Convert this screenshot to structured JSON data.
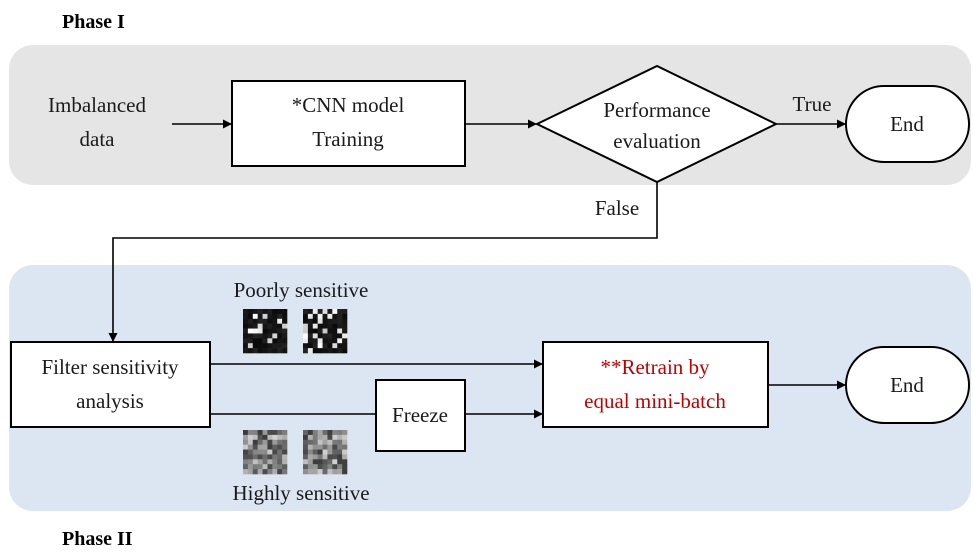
{
  "phase1": {
    "label": "Phase I",
    "input": [
      "Imbalanced",
      "data"
    ],
    "train": [
      "*CNN model",
      "Training"
    ],
    "evaluate": [
      "Performance",
      "evaluation"
    ],
    "true_label": "True",
    "false_label": "False",
    "end": "End"
  },
  "phase2": {
    "label": "Phase II",
    "analysis": [
      "Filter sensitivity",
      "analysis"
    ],
    "poor_label": "Poorly sensitive",
    "high_label": "Highly sensitive",
    "freeze": "Freeze",
    "retrain": [
      "**Retrain by",
      "equal mini-batch"
    ],
    "end": "End"
  },
  "colors": {
    "phase1_bg": "#e5e5e5",
    "phase2_bg": "#dce6f2",
    "box_fill": "#ffffff",
    "retrain_text": "#c00000"
  }
}
